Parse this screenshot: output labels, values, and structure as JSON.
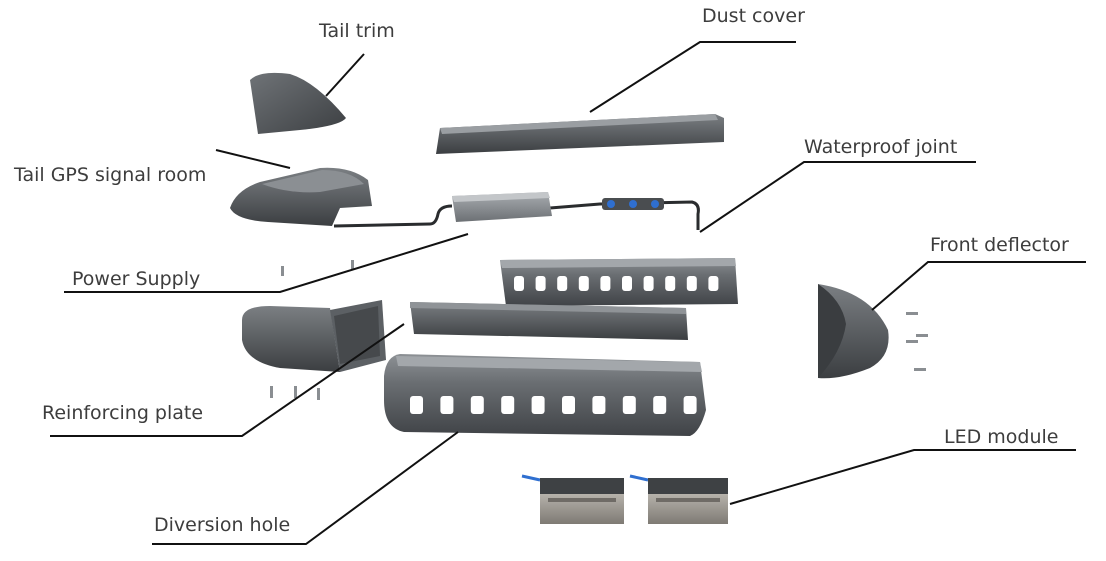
{
  "labels": {
    "tail_trim": "Tail trim",
    "dust_cover": "Dust cover",
    "tail_gps_signal_room": "Tail GPS signal room",
    "waterproof_joint": "Waterproof joint",
    "power_supply": "Power Supply",
    "front_deflector": "Front deflector",
    "reinforcing_plate": "Reinforcing plate",
    "led_module": "LED module",
    "diversion_hole": "Diversion hole"
  },
  "colors": {
    "housing": "#5b5f63",
    "housing_dark": "#3f4346",
    "housing_light": "#8a8e92",
    "module_body": "#9a9690",
    "connector": "#2f6fd0",
    "leader": "#111111",
    "text": "#3d3d3d"
  }
}
